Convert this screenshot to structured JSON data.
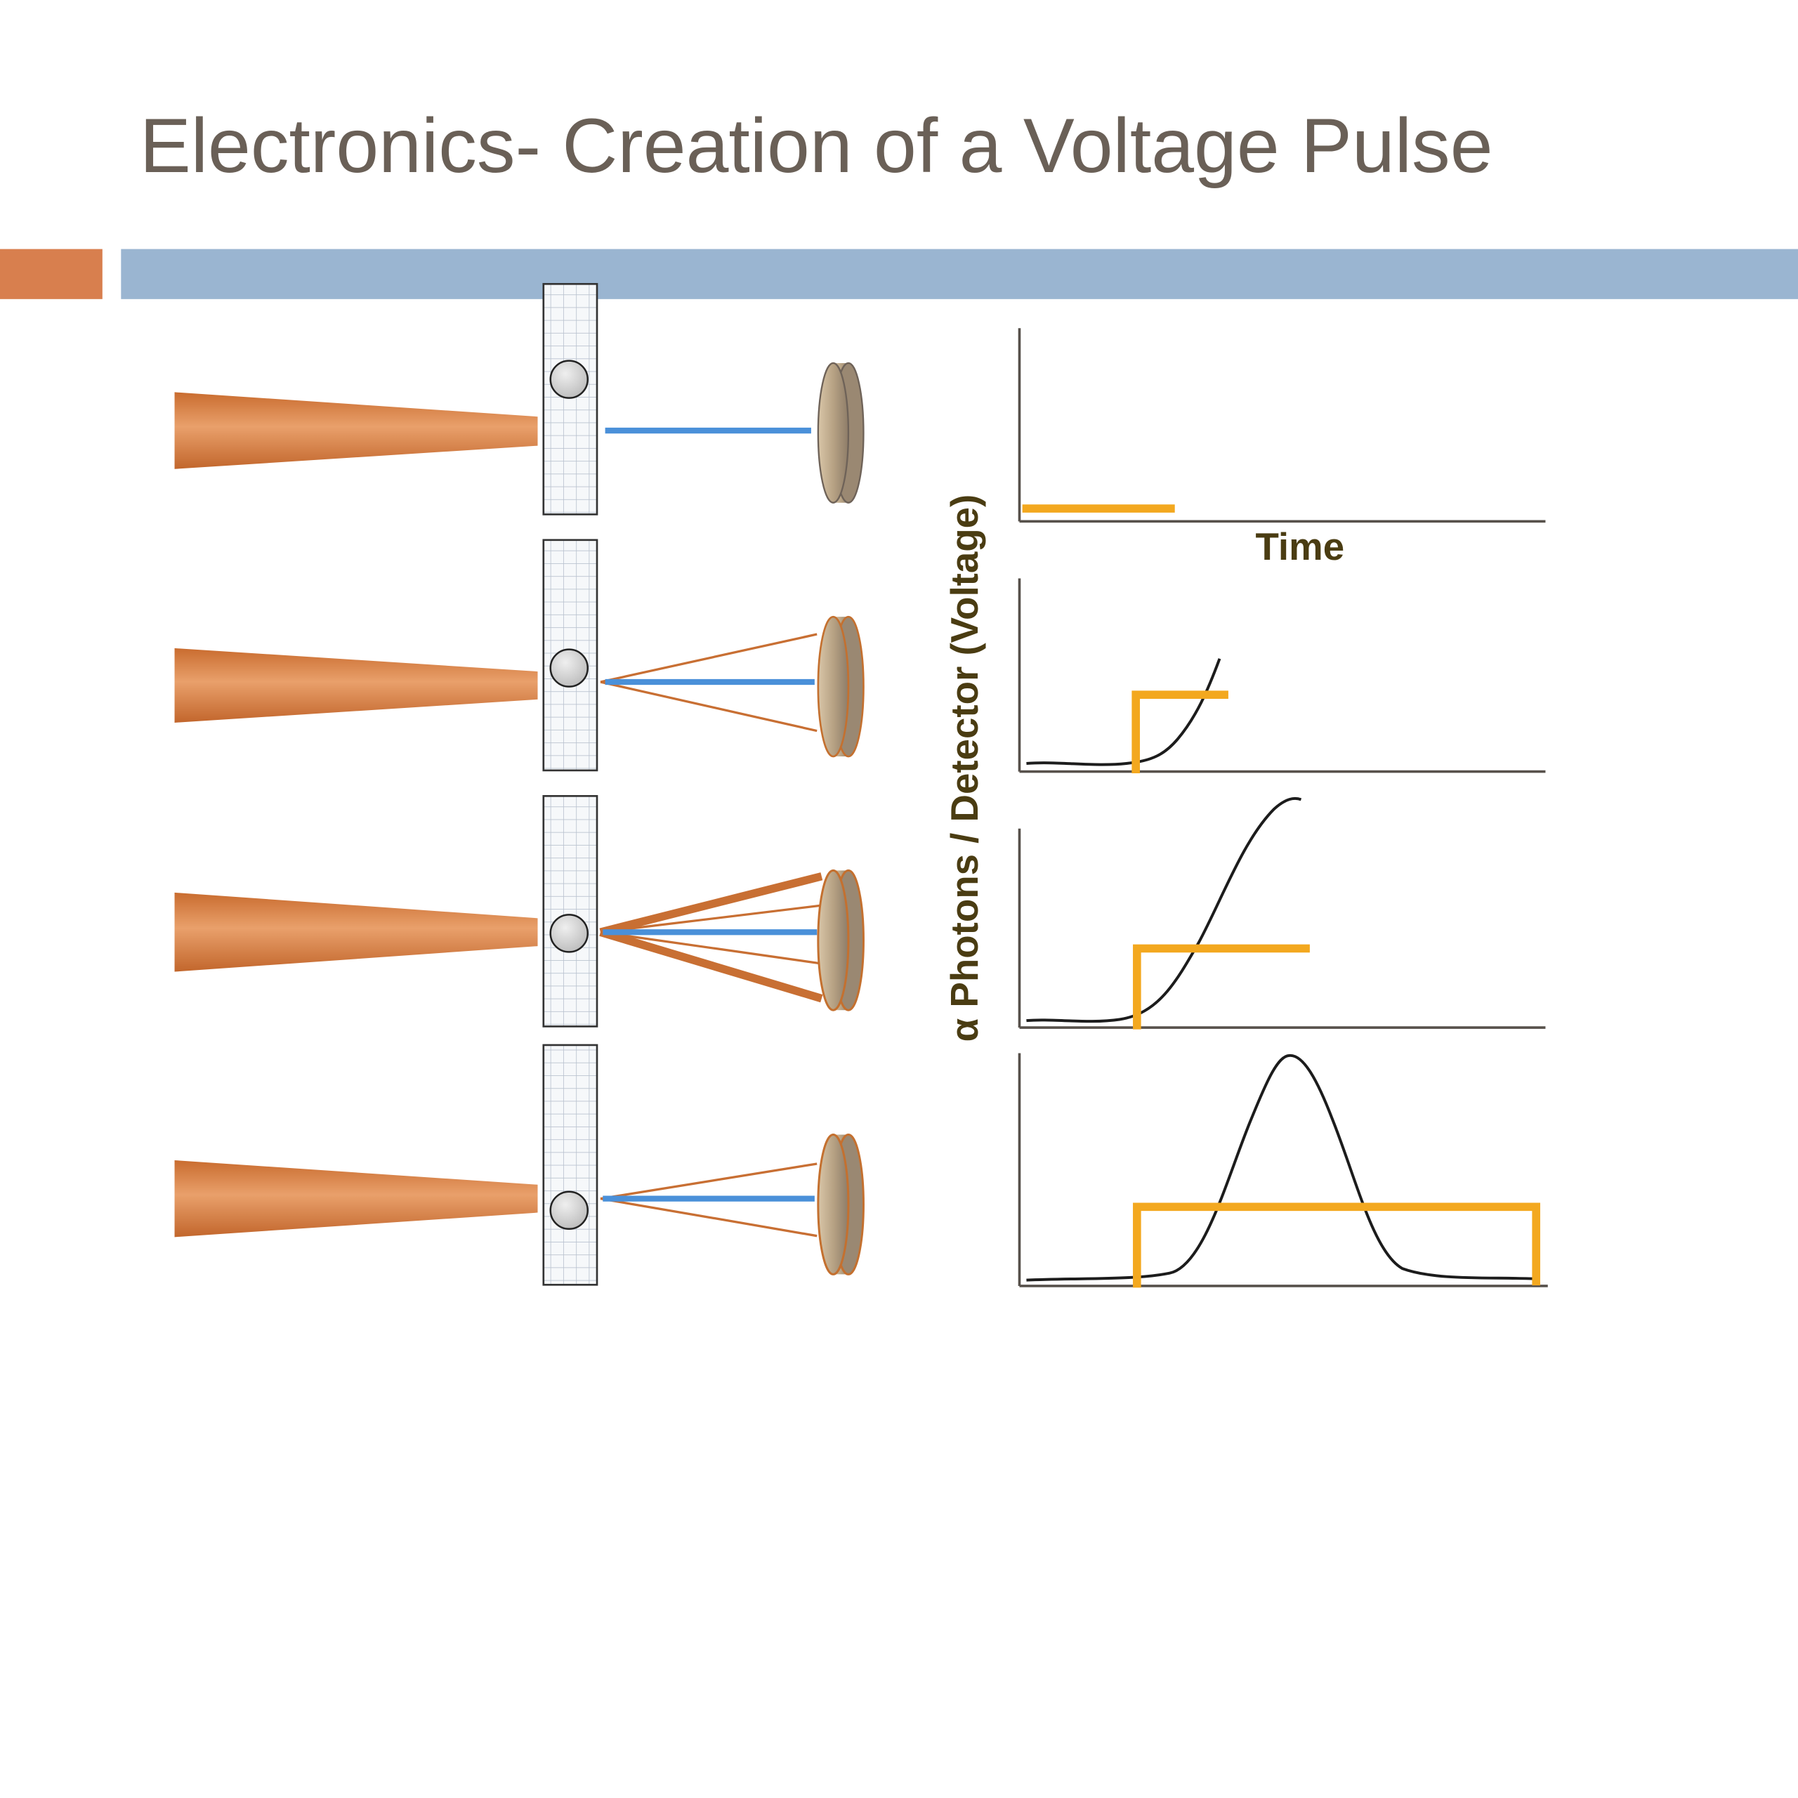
{
  "slide": {
    "title": "Electronics- Creation of a Voltage Pulse"
  },
  "axes": {
    "x_label": "Time",
    "y_label": "α Photons  /  Detector (Voltage)"
  },
  "colors": {
    "title_text": "#6a6057",
    "accent_orange_block": "#d87f4e",
    "header_blue_bar": "#9ab5d1",
    "beam_orange": "#d4763a",
    "photon_blue_line": "#4a90d9",
    "scattered_photon_orange": "#c86f33",
    "voltage_pulse_gold": "#f3a81f",
    "photon_curve_black": "#1c1c1c",
    "axis_stroke": "#57514b",
    "axis_label_brown": "#4a3c12"
  },
  "diagram": {
    "rows": 4,
    "row_elements": [
      "gamma-beam",
      "scintillator-crystal-grid",
      "interaction-site-circle",
      "photon-blue-line",
      "scattered-photon-lines",
      "detector-disc"
    ]
  },
  "chart_data": [
    {
      "panel": 1,
      "type": "line",
      "xlabel": "Time",
      "ylabel": "α Photons  /  Detector (Voltage)",
      "note": "voltage pulse at baseline, no photons detected yet",
      "series": [
        {
          "name": "voltage pulse",
          "color": "#f3a81f",
          "points": [
            [
              0.01,
              0.05
            ],
            [
              0.28,
              0.05
            ]
          ]
        }
      ]
    },
    {
      "panel": 2,
      "type": "line",
      "xlabel": "Time",
      "ylabel": "α Photons  /  Detector (Voltage)",
      "note": "first photons arrive, pulse steps up",
      "series": [
        {
          "name": "photon count",
          "color": "#1c1c1c",
          "points": [
            [
              0,
              0.04
            ],
            [
              0.21,
              0.04
            ],
            [
              0.3,
              0.18
            ],
            [
              0.38,
              0.58
            ]
          ]
        },
        {
          "name": "voltage pulse",
          "color": "#f3a81f",
          "points": [
            [
              0.22,
              0.0
            ],
            [
              0.22,
              0.4
            ],
            [
              0.39,
              0.4
            ]
          ]
        }
      ]
    },
    {
      "panel": 3,
      "type": "line",
      "xlabel": "Time",
      "ylabel": "α Photons  /  Detector (Voltage)",
      "note": "photon count rising toward maximum, pulse held high",
      "series": [
        {
          "name": "photon count",
          "color": "#1c1c1c",
          "points": [
            [
              0,
              0.03
            ],
            [
              0.2,
              0.04
            ],
            [
              0.3,
              0.35
            ],
            [
              0.42,
              0.85
            ],
            [
              0.53,
              0.97
            ]
          ]
        },
        {
          "name": "voltage pulse",
          "color": "#f3a81f",
          "points": [
            [
              0.22,
              0.0
            ],
            [
              0.22,
              0.4
            ],
            [
              0.55,
              0.4
            ]
          ]
        }
      ]
    },
    {
      "panel": 4,
      "type": "line",
      "xlabel": "Time",
      "ylabel": "α Photons  /  Detector (Voltage)",
      "note": "full scintillation light curve (bell shape) with complete rectangular voltage pulse",
      "series": [
        {
          "name": "photon count",
          "color": "#1c1c1c",
          "points": [
            [
              0,
              0.02
            ],
            [
              0.27,
              0.04
            ],
            [
              0.38,
              0.55
            ],
            [
              0.5,
              0.99
            ],
            [
              0.62,
              0.55
            ],
            [
              0.74,
              0.06
            ],
            [
              0.97,
              0.03
            ]
          ]
        },
        {
          "name": "voltage pulse",
          "color": "#f3a81f",
          "points": [
            [
              0.22,
              0.0
            ],
            [
              0.22,
              0.33
            ],
            [
              0.98,
              0.33
            ],
            [
              0.98,
              0.01
            ]
          ]
        }
      ]
    }
  ]
}
